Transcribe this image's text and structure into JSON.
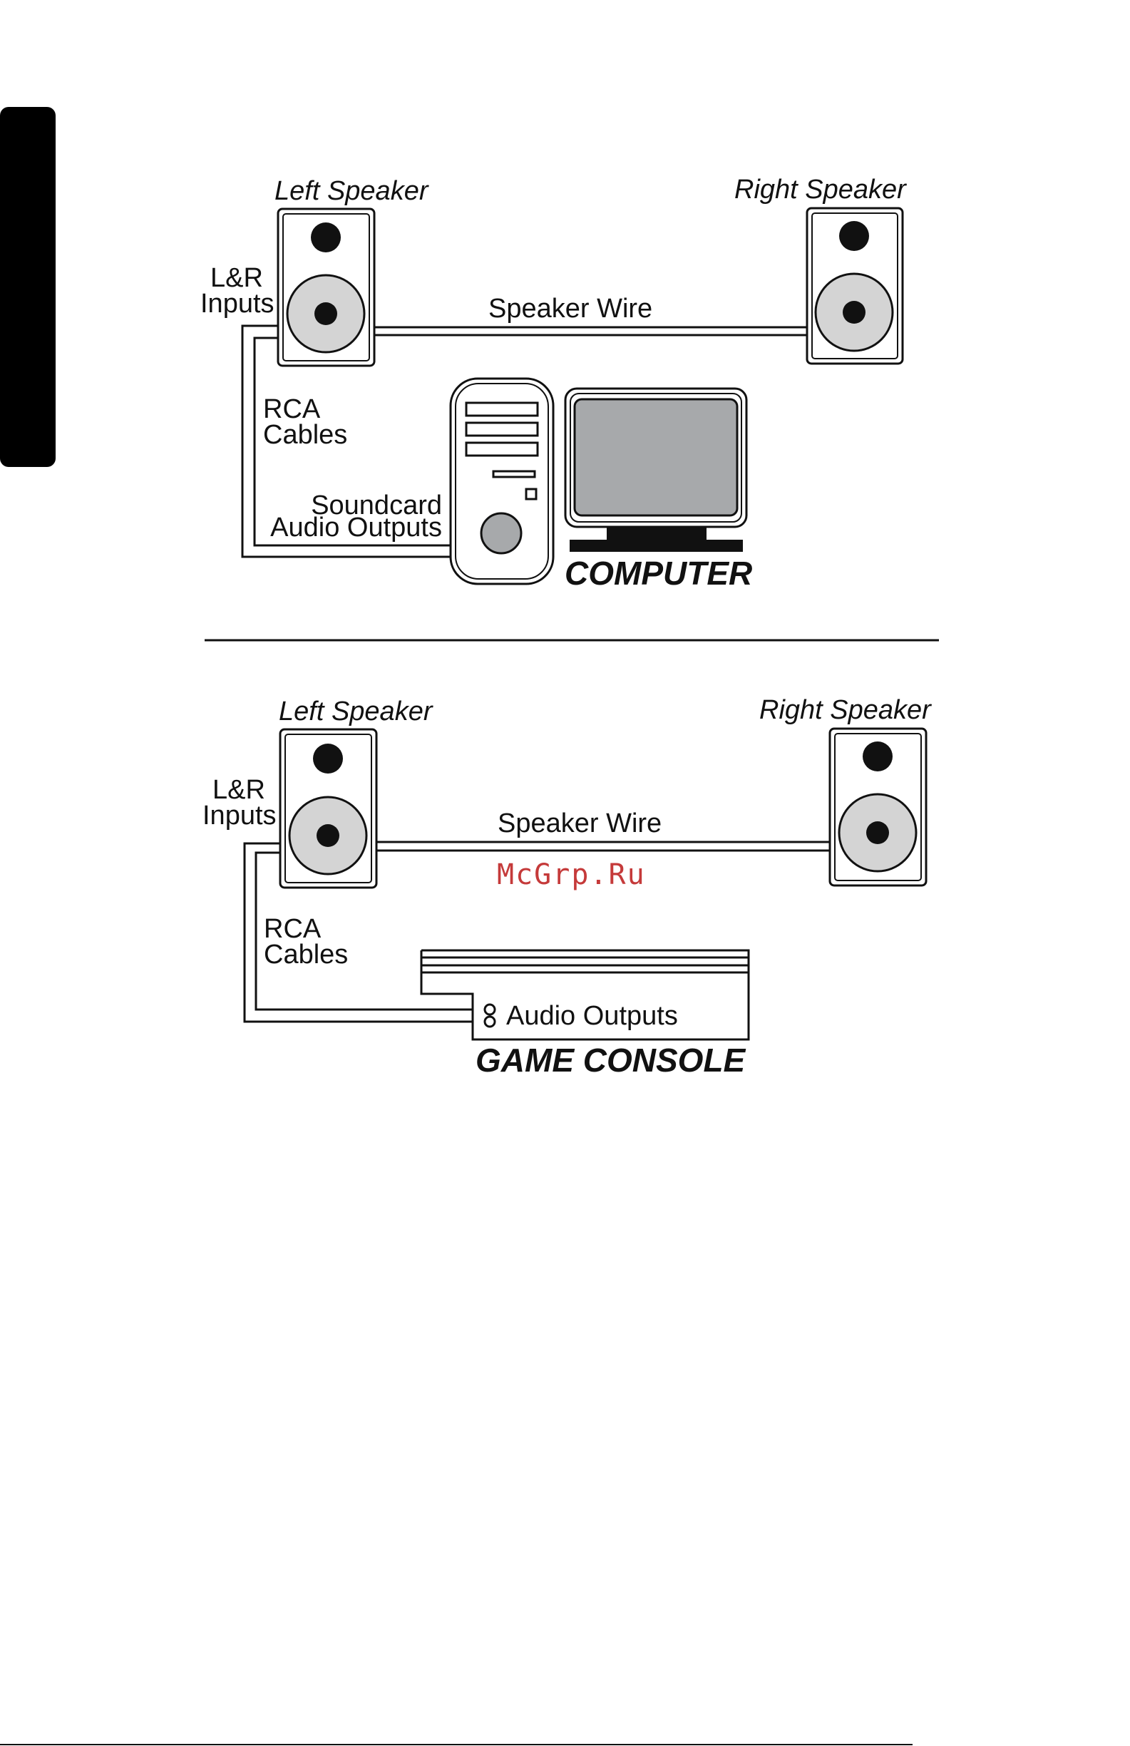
{
  "colors": {
    "ink": "#111111",
    "cone": "#d4d4d4",
    "screen": "#a7a9ab",
    "watermark": "#c53a3a",
    "tab": "#000000"
  },
  "computer_setup": {
    "left_speaker_label": "Left Speaker",
    "right_speaker_label": "Right Speaker",
    "inputs_label_line1": "L&R",
    "inputs_label_line2": "Inputs",
    "speaker_wire_label": "Speaker Wire",
    "rca_label_line1": "RCA",
    "rca_label_line2": "Cables",
    "outputs_label_line1": "Soundcard",
    "outputs_label_line2": "Audio Outputs",
    "device_label": "COMPUTER"
  },
  "console_setup": {
    "left_speaker_label": "Left Speaker",
    "right_speaker_label": "Right Speaker",
    "inputs_label_line1": "L&R",
    "inputs_label_line2": "Inputs",
    "speaker_wire_label": "Speaker Wire",
    "rca_label_line1": "RCA",
    "rca_label_line2": "Cables",
    "outputs_label": "Audio Outputs",
    "device_label": "GAME CONSOLE"
  },
  "watermark": "McGrp.Ru"
}
